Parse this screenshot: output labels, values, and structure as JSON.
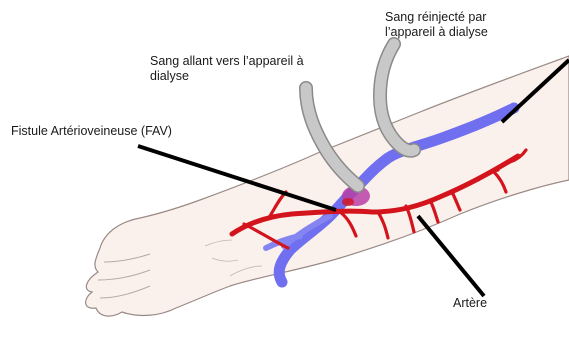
{
  "labels": {
    "fistula": "Fistule Artérioveineuse (FAV)",
    "blood_to_machine": "Sang allant vers l’appareil à\ndialyse",
    "blood_returned": "Sang réinjecté par\nl’appareil à dialyse",
    "artery": "Artère"
  },
  "colors": {
    "artery": "#d4141c",
    "vein": "#6f6ff0",
    "tube": "#c8c8c8",
    "skin": "#fbf1ec",
    "outline": "#9a8a86",
    "pointer": "#000000"
  }
}
